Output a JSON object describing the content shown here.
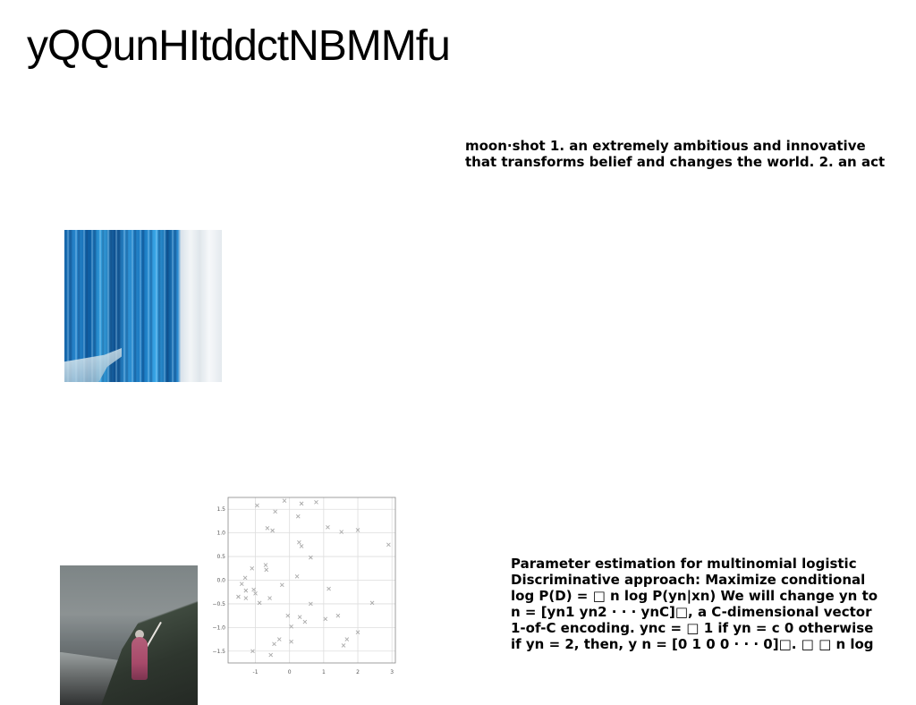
{
  "page": {
    "title": "yQQunHItddctNBMMfu"
  },
  "text_1": {
    "lines": [
      "moon·shot 1. an extremely ambitious and innovative",
      "that transforms belief and changes the world. 2. an act"
    ]
  },
  "text_2": {
    "lines": [
      "Parameter estimation for multinomial logistic",
      "Discriminative approach: Maximize conditional",
      "log P(D) = □ n log P(yn|xn) We will change yn to",
      "n = [yn1 yn2 · · · ynC]□, a C-dimensional vector",
      "1-of-C encoding. ync = □ 1 if yn = c 0 otherwise",
      "if yn = 2, then, y n = [0 1 0 0 · · · 0]□. □ □ n log"
    ]
  },
  "chart_data": {
    "type": "scatter",
    "marker": "x",
    "color": "#aaaaaa",
    "title": "",
    "xlabel": "",
    "ylabel": "",
    "grid": true,
    "xlim": [
      -1.8,
      3.1
    ],
    "ylim": [
      -1.75,
      1.75
    ],
    "x_ticks": [
      "-1",
      "0",
      "1",
      "2",
      "3"
    ],
    "x_tick_values": [
      -1,
      0,
      1,
      2,
      3
    ],
    "y_ticks": [
      "1.5",
      "1.0",
      "0.5",
      "0.0",
      "−0.5",
      "−1.0",
      "−1.5"
    ],
    "y_tick_values": [
      1.5,
      1.0,
      0.5,
      0.0,
      -0.5,
      -1.0,
      -1.5
    ],
    "points": [
      [
        -0.95,
        1.58
      ],
      [
        -0.15,
        1.68
      ],
      [
        0.35,
        1.62
      ],
      [
        0.78,
        1.65
      ],
      [
        0.25,
        1.35
      ],
      [
        -0.42,
        1.45
      ],
      [
        -0.65,
        1.1
      ],
      [
        -0.5,
        1.05
      ],
      [
        1.12,
        1.12
      ],
      [
        1.52,
        1.02
      ],
      [
        2.0,
        1.06
      ],
      [
        2.9,
        0.75
      ],
      [
        0.28,
        0.8
      ],
      [
        0.35,
        0.72
      ],
      [
        0.62,
        0.48
      ],
      [
        -0.7,
        0.32
      ],
      [
        -0.68,
        0.22
      ],
      [
        -1.1,
        0.25
      ],
      [
        -1.3,
        0.05
      ],
      [
        -1.4,
        -0.08
      ],
      [
        -1.28,
        -0.22
      ],
      [
        -1.05,
        -0.2
      ],
      [
        -1.0,
        -0.28
      ],
      [
        -0.22,
        -0.1
      ],
      [
        0.22,
        0.08
      ],
      [
        1.15,
        -0.18
      ],
      [
        -1.5,
        -0.35
      ],
      [
        -1.28,
        -0.38
      ],
      [
        -0.88,
        -0.48
      ],
      [
        -0.58,
        -0.38
      ],
      [
        0.62,
        -0.5
      ],
      [
        2.42,
        -0.48
      ],
      [
        -0.05,
        -0.75
      ],
      [
        0.3,
        -0.78
      ],
      [
        0.45,
        -0.88
      ],
      [
        1.42,
        -0.75
      ],
      [
        1.05,
        -0.82
      ],
      [
        0.05,
        -0.98
      ],
      [
        -0.3,
        -1.25
      ],
      [
        -0.45,
        -1.35
      ],
      [
        0.05,
        -1.3
      ],
      [
        1.68,
        -1.25
      ],
      [
        1.58,
        -1.38
      ],
      [
        2.0,
        -1.1
      ],
      [
        -1.08,
        -1.5
      ],
      [
        -0.55,
        -1.58
      ]
    ]
  },
  "images": {
    "tinsel_alt_icon": "blue-tinsel-photo",
    "coast_alt_icon": "coastal-figure-photo"
  }
}
